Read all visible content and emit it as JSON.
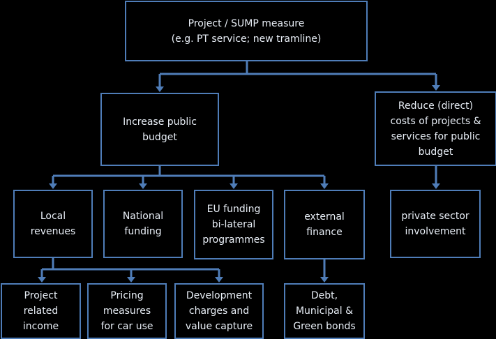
{
  "colors": {
    "background": "#000000",
    "box_border": "#4F7DB8",
    "connector": "#4F7DB8",
    "text": "#E8EEF6"
  },
  "nodes": {
    "root": "Project / SUMP measure\n(e.g. PT service; new tramline)",
    "increase_budget": "Increase public\nbudget",
    "reduce_costs": "Reduce (direct)\ncosts of projects &\nservices for public\nbudget",
    "local_revenues": "Local\nrevenues",
    "national_funding": "National\nfunding",
    "eu_funding": "EU funding\nbi-lateral\nprogrammes",
    "external_finance": "external\nfinance",
    "private_sector": "private sector\ninvolvement",
    "project_income": "Project\nrelated\nincome",
    "pricing_measures": "Pricing\nmeasures\nfor car use",
    "development_charges": "Development\ncharges and\nvalue capture",
    "debt_bonds": "Debt,\nMunicipal &\nGreen bonds"
  }
}
